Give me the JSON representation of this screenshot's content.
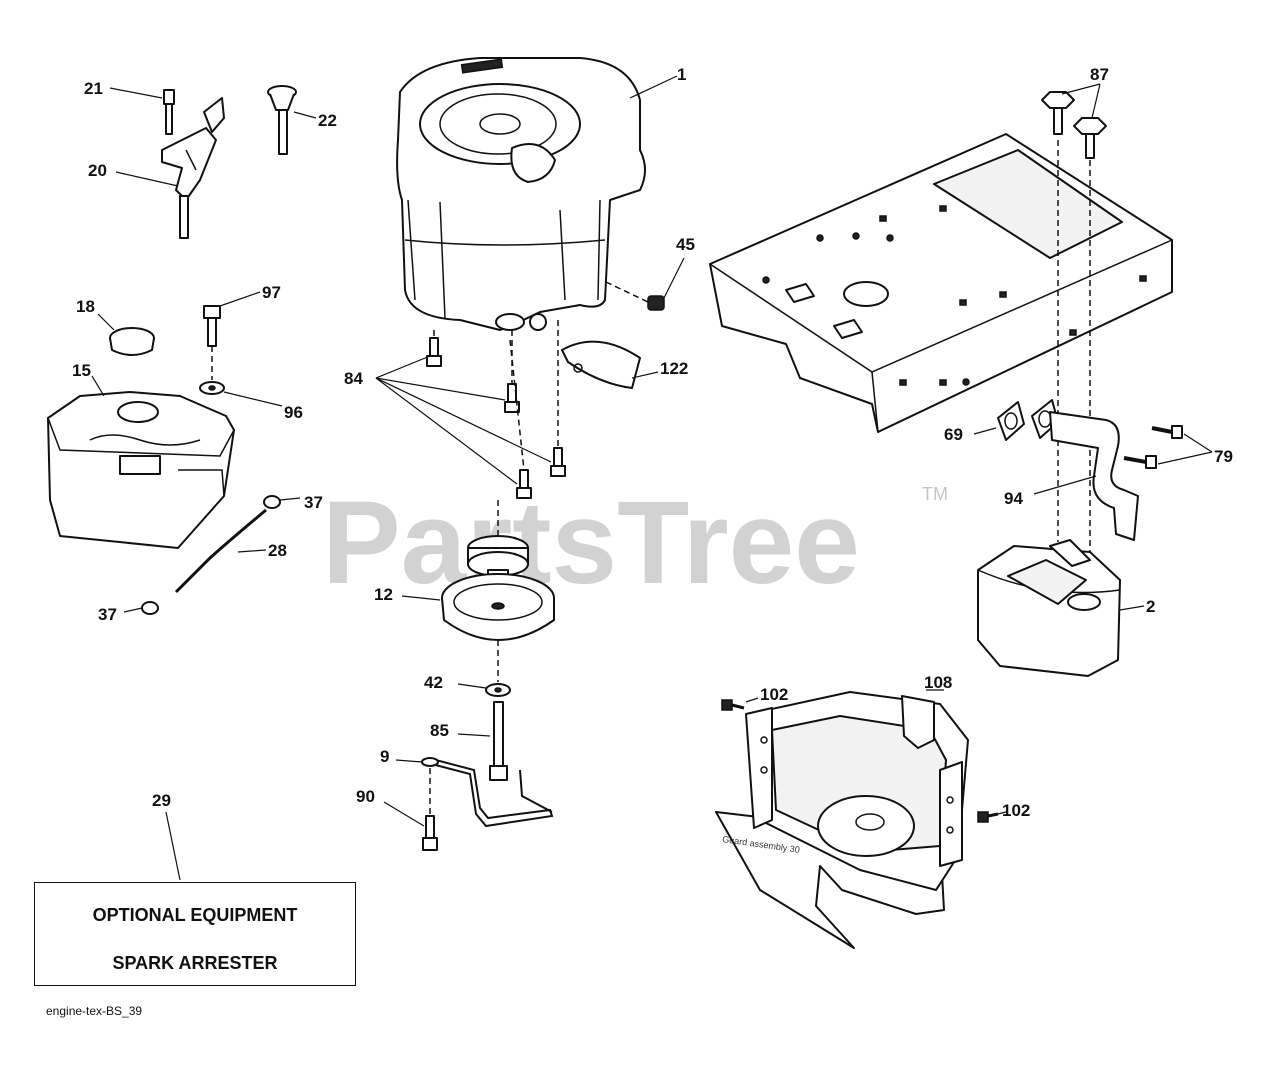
{
  "watermark": {
    "text": "PartsTree",
    "trademark": "TM"
  },
  "callouts": {
    "c1": "1",
    "c2": "2",
    "c9": "9",
    "c12": "12",
    "c15": "15",
    "c18": "18",
    "c20": "20",
    "c21": "21",
    "c22": "22",
    "c28": "28",
    "c29": "29",
    "c37a": "37",
    "c37b": "37",
    "c42": "42",
    "c45": "45",
    "c69": "69",
    "c79": "79",
    "c84": "84",
    "c85": "85",
    "c87": "87",
    "c90": "90",
    "c94": "94",
    "c96": "96",
    "c97": "97",
    "c102a": "102",
    "c102b": "102",
    "c108": "108",
    "c122": "122"
  },
  "optional_box": {
    "line1": "OPTIONAL EQUIPMENT",
    "line2": "SPARK ARRESTER"
  },
  "guard_label": "Guard assembly 30",
  "figure_id": "engine-tex-BS_39"
}
